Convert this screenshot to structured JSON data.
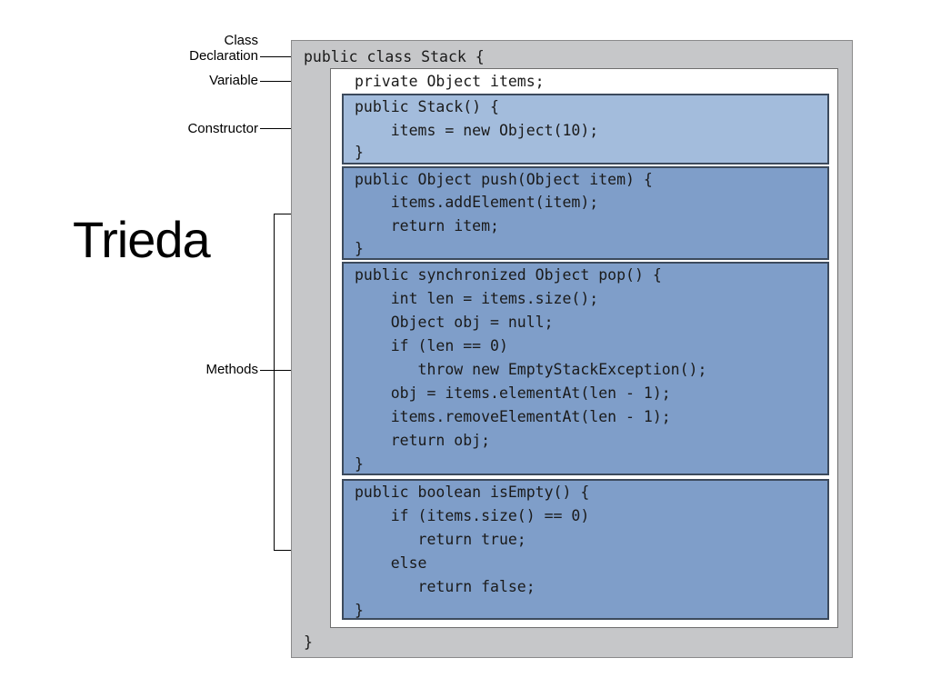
{
  "title": "Trieda",
  "labels": {
    "class_declaration": [
      "Class",
      "Declaration"
    ],
    "variable": "Variable",
    "constructor": "Constructor",
    "methods": "Methods"
  },
  "code": {
    "class_open": "public class Stack {",
    "variable": "private Object items;",
    "constructor": [
      "public Stack() {",
      "    items = new Object(10);",
      "}"
    ],
    "push": [
      "public Object push(Object item) {",
      "    items.addElement(item);",
      "    return item;",
      "}"
    ],
    "pop": [
      "public synchronized Object pop() {",
      "    int len = items.size();",
      "    Object obj = null;",
      "    if (len == 0)",
      "       throw new EmptyStackException();",
      "    obj = items.elementAt(len - 1);",
      "    items.removeElementAt(len - 1);",
      "    return obj;",
      "}"
    ],
    "isEmpty": [
      "public boolean isEmpty() {",
      "    if (items.size() == 0)",
      "       return true;",
      "    else",
      "       return false;",
      "}"
    ],
    "class_close": "}"
  },
  "colors": {
    "outer": "#c6c7c9",
    "constructor_block": "#a3bcdc",
    "method_block": "#7f9ec9",
    "block_border": "#3c4a5c"
  }
}
